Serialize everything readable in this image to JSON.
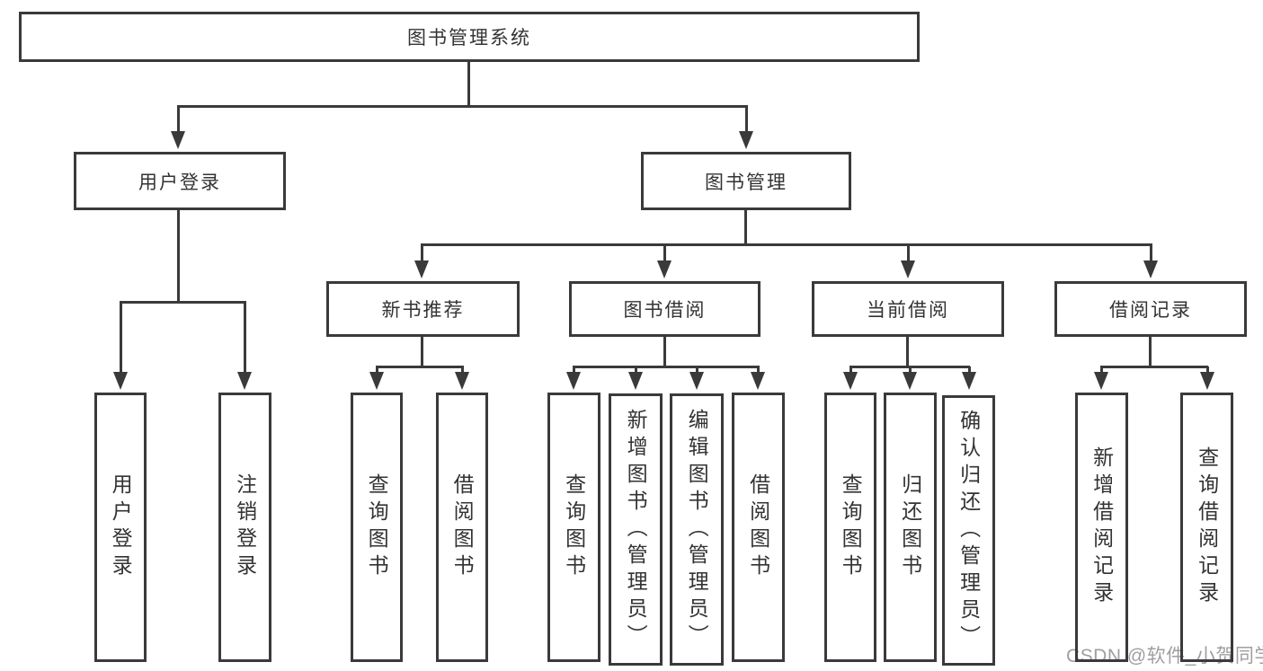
{
  "colors": {
    "line": "#3a3a3a",
    "box_border": "#3a3a3a",
    "text": "#333333",
    "watermark": "#9f9f9f",
    "background": "#ffffff"
  },
  "tree": {
    "root": {
      "label": "图书管理系统"
    },
    "branches": [
      {
        "label": "用户登录",
        "children": [
          {
            "label": "用户登录"
          },
          {
            "label": "注销登录"
          }
        ]
      },
      {
        "label": "图书管理",
        "children": [
          {
            "label": "新书推荐",
            "children": [
              {
                "label": "查询图书"
              },
              {
                "label": "借阅图书"
              }
            ]
          },
          {
            "label": "图书借阅",
            "children": [
              {
                "label": "查询图书"
              },
              {
                "label": "新增图书（管理员）"
              },
              {
                "label": "编辑图书（管理员）"
              },
              {
                "label": "借阅图书"
              }
            ]
          },
          {
            "label": "当前借阅",
            "children": [
              {
                "label": "查询图书"
              },
              {
                "label": "归还图书"
              },
              {
                "label": "确认归还（管理员）"
              }
            ]
          },
          {
            "label": "借阅记录",
            "children": [
              {
                "label": "新增借阅记录"
              },
              {
                "label": "查询借阅记录"
              }
            ]
          }
        ]
      }
    ]
  },
  "watermark": {
    "text": "CSDN @软件_小贺同学"
  }
}
